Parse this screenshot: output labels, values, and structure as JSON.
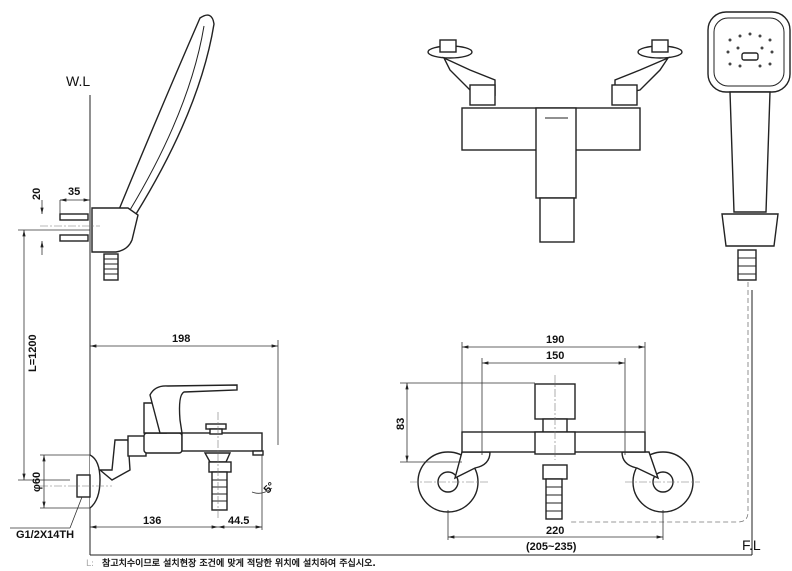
{
  "labels": {
    "wall_line": "W.L",
    "floor_line": "F.L",
    "dim_20": "20",
    "dim_35": "35",
    "dim_height": "L=1200",
    "dim_dia": "φ60",
    "thread": "G1/2X14TH",
    "dim_198": "198",
    "dim_136": "136",
    "dim_44_5": "44.5",
    "angle": "5°",
    "dim_190": "190",
    "dim_150": "150",
    "dim_83": "83",
    "dim_220": "220",
    "dim_range": "(205~235)"
  },
  "note": {
    "prefix": "L:",
    "text": "참고치수이므로 설치현장 조건에 맞게 적당한 위치에 설치하여 주십시오."
  }
}
